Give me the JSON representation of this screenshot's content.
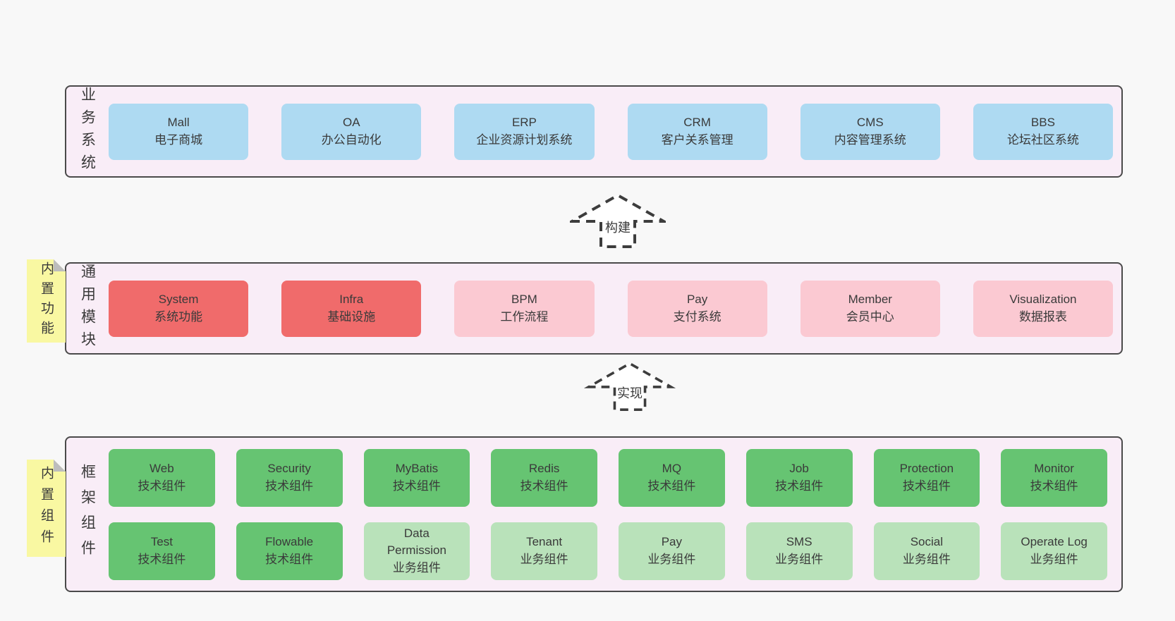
{
  "colors": {
    "page_bg": "#f8f8f8",
    "band_bg": "#f9edf7",
    "band_border": "#4a4a4a",
    "blue_box": "#aedaf2",
    "red_box": "#f06b6b",
    "pink_box": "#fbc9d2",
    "green_box": "#66c472",
    "light_green_box": "#b9e2ba",
    "note_yellow": "#f9f8a2",
    "note_fold_gray": "#bdbdbd",
    "text": "#3a3a3a"
  },
  "bands": [
    {
      "label": "业务系统",
      "boxes": [
        {
          "name": "Mall",
          "subtitle": "电子商城"
        },
        {
          "name": "OA",
          "subtitle": "办公自动化"
        },
        {
          "name": "ERP",
          "subtitle": "企业资源计划系统"
        },
        {
          "name": "CRM",
          "subtitle": "客户关系管理"
        },
        {
          "name": "CMS",
          "subtitle": "内容管理系统"
        },
        {
          "name": "BBS",
          "subtitle": "论坛社区系统"
        }
      ]
    },
    {
      "label": "通用模块",
      "note": "内置功能",
      "boxes": [
        {
          "name": "System",
          "subtitle": "系统功能"
        },
        {
          "name": "Infra",
          "subtitle": "基础设施"
        },
        {
          "name": "BPM",
          "subtitle": "工作流程"
        },
        {
          "name": "Pay",
          "subtitle": "支付系统"
        },
        {
          "name": "Member",
          "subtitle": "会员中心"
        },
        {
          "name": "Visualization",
          "subtitle": "数据报表"
        }
      ]
    },
    {
      "label": "框架组件",
      "note": "内置组件",
      "row1": [
        {
          "name": "Web",
          "subtitle": "技术组件"
        },
        {
          "name": "Security",
          "subtitle": "技术组件"
        },
        {
          "name": "MyBatis",
          "subtitle": "技术组件"
        },
        {
          "name": "Redis",
          "subtitle": "技术组件"
        },
        {
          "name": "MQ",
          "subtitle": "技术组件"
        },
        {
          "name": "Job",
          "subtitle": "技术组件"
        },
        {
          "name": "Protection",
          "subtitle": "技术组件"
        },
        {
          "name": "Monitor",
          "subtitle": "技术组件"
        }
      ],
      "row2": [
        {
          "name": "Test",
          "subtitle": "技术组件"
        },
        {
          "name": "Flowable",
          "subtitle": "技术组件"
        },
        {
          "name": "Data Permission",
          "subtitle": "业务组件"
        },
        {
          "name": "Tenant",
          "subtitle": "业务组件"
        },
        {
          "name": "Pay",
          "subtitle": "业务组件"
        },
        {
          "name": "SMS",
          "subtitle": "业务组件"
        },
        {
          "name": "Social",
          "subtitle": "业务组件"
        },
        {
          "name": "Operate Log",
          "subtitle": "业务组件"
        }
      ]
    }
  ],
  "arrows": [
    {
      "label": "构建"
    },
    {
      "label": "实现"
    }
  ]
}
